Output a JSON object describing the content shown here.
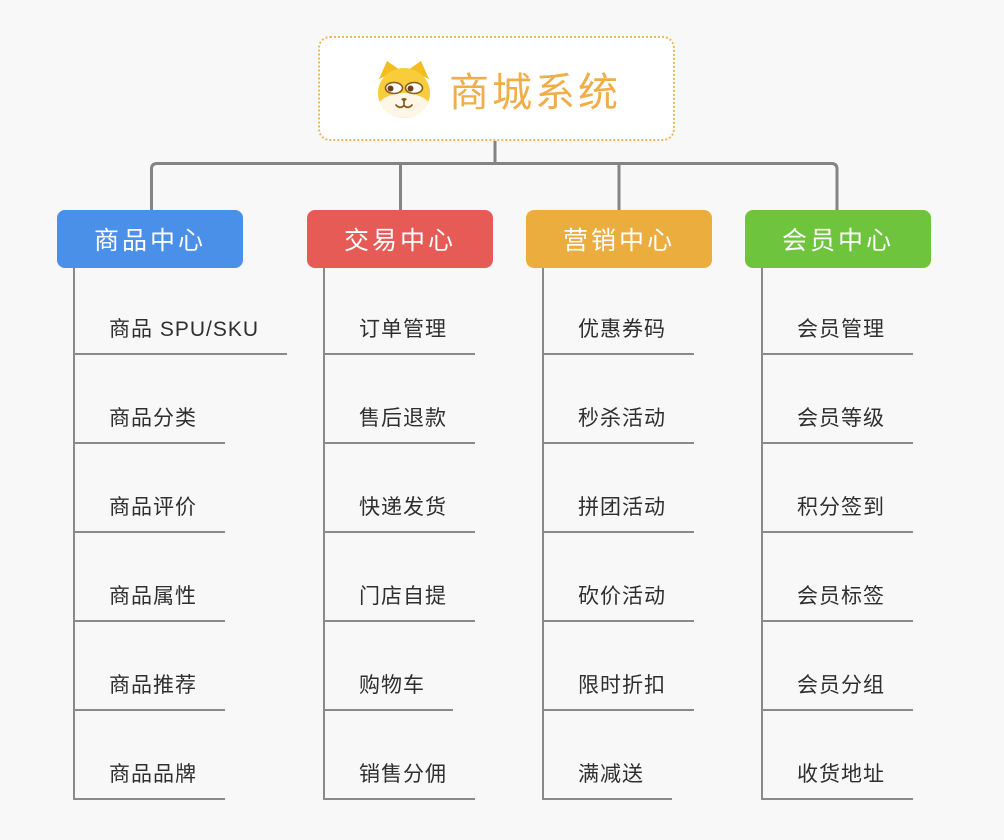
{
  "root": {
    "title": "商城系统",
    "icon": "dog-face-icon"
  },
  "branches": [
    {
      "id": "products",
      "label": "商品中心",
      "color": "#4A8FE8",
      "children": [
        "商品 SPU/SKU",
        "商品分类",
        "商品评价",
        "商品属性",
        "商品推荐",
        "商品品牌"
      ]
    },
    {
      "id": "trade",
      "label": "交易中心",
      "color": "#E65B56",
      "children": [
        "订单管理",
        "售后退款",
        "快递发货",
        "门店自提",
        "购物车",
        "销售分佣"
      ]
    },
    {
      "id": "marketing",
      "label": "营销中心",
      "color": "#EBAE3E",
      "children": [
        "优惠券码",
        "秒杀活动",
        "拼团活动",
        "砍价活动",
        "限时折扣",
        "满减送"
      ]
    },
    {
      "id": "members",
      "label": "会员中心",
      "color": "#6EC43C",
      "children": [
        "会员管理",
        "会员等级",
        "积分签到",
        "会员标签",
        "会员分组",
        "收货地址"
      ]
    }
  ],
  "colors": {
    "canvas_bg": "#F8F8F8",
    "root_border": "#F2B45C",
    "root_title": "#F0AD4A",
    "connector": "#848484",
    "leaf_line": "#8A8A8A",
    "leaf_text": "#2F2F2F",
    "branch_text": "#FFFFFF"
  }
}
